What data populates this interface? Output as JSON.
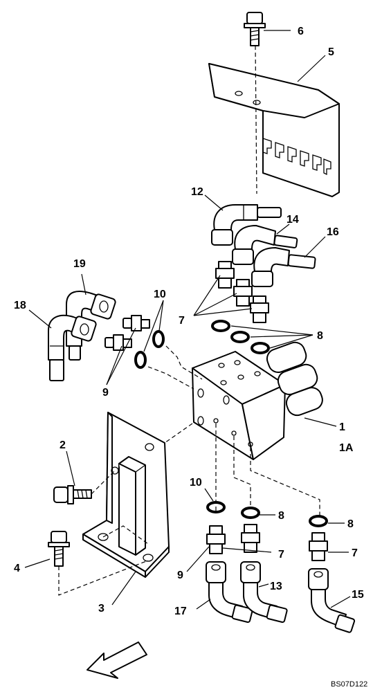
{
  "callouts": {
    "c1": "1",
    "c1a": "1A",
    "c2": "2",
    "c3": "3",
    "c4": "4",
    "c5": "5",
    "c6": "6",
    "c7a": "7",
    "c7b": "7",
    "c7c": "7",
    "c8a": "8",
    "c8b": "8",
    "c8c": "8",
    "c9a": "9",
    "c9b": "9",
    "c10a": "10",
    "c10b": "10",
    "c12": "12",
    "c13": "13",
    "c14": "14",
    "c15": "15",
    "c16": "16",
    "c17": "17",
    "c18": "18",
    "c19": "19"
  },
  "drawing_code": "BS07D122",
  "icons": {
    "direction": "front-direction-arrow-icon"
  }
}
